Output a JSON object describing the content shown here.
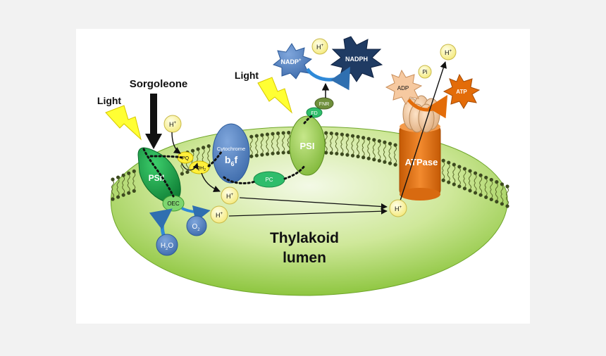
{
  "labels": {
    "light_left": "Light",
    "light_right": "Light",
    "sorgoleone": "Sorgoleone",
    "thylakoid": "Thylakoid",
    "lumen": "lumen"
  },
  "complexes": {
    "psii": "PSII",
    "oec": "OEC",
    "pq": "PQ",
    "pqh2": "PQH",
    "pqh2_sub": "2",
    "cytochrome": "Cytochrome",
    "b6f_b": "b",
    "b6f_sub": "6",
    "b6f_f": "f",
    "pc": "PC",
    "psi": "PSI",
    "fd": "FD",
    "fnr": "FNR",
    "atpase": "ATPase"
  },
  "molecules": {
    "h_plus": "H",
    "h_plus_sup": "+",
    "nadp": "NADP",
    "nadp_sup": "+",
    "nadph": "NADPH",
    "adp": "ADP",
    "pi": "Pi",
    "atp": "ATP",
    "o2": "O",
    "o2_sub": "2",
    "h2o_h": "H",
    "h2o_sub": "2",
    "h2o_o": "O"
  },
  "colors": {
    "background": "#ffffff",
    "page": "#f2f2f2",
    "lumen_fill": "#a6d45a",
    "membrane_heads": "#556b2f",
    "psii": "#1aa34a",
    "cytochrome": "#4f81bd",
    "psi": "#8cc63f",
    "pc": "#2ebd6b",
    "atpase": "#e36c09",
    "atp_head": "#f3c8a0",
    "h_ion": "#fff59d",
    "nadp": "#4f81bd",
    "nadph": "#1f3b63",
    "adp": "#f6c9a0",
    "atp": "#e36c09",
    "lightning": "#ffff33",
    "water": "#4f81bd"
  }
}
